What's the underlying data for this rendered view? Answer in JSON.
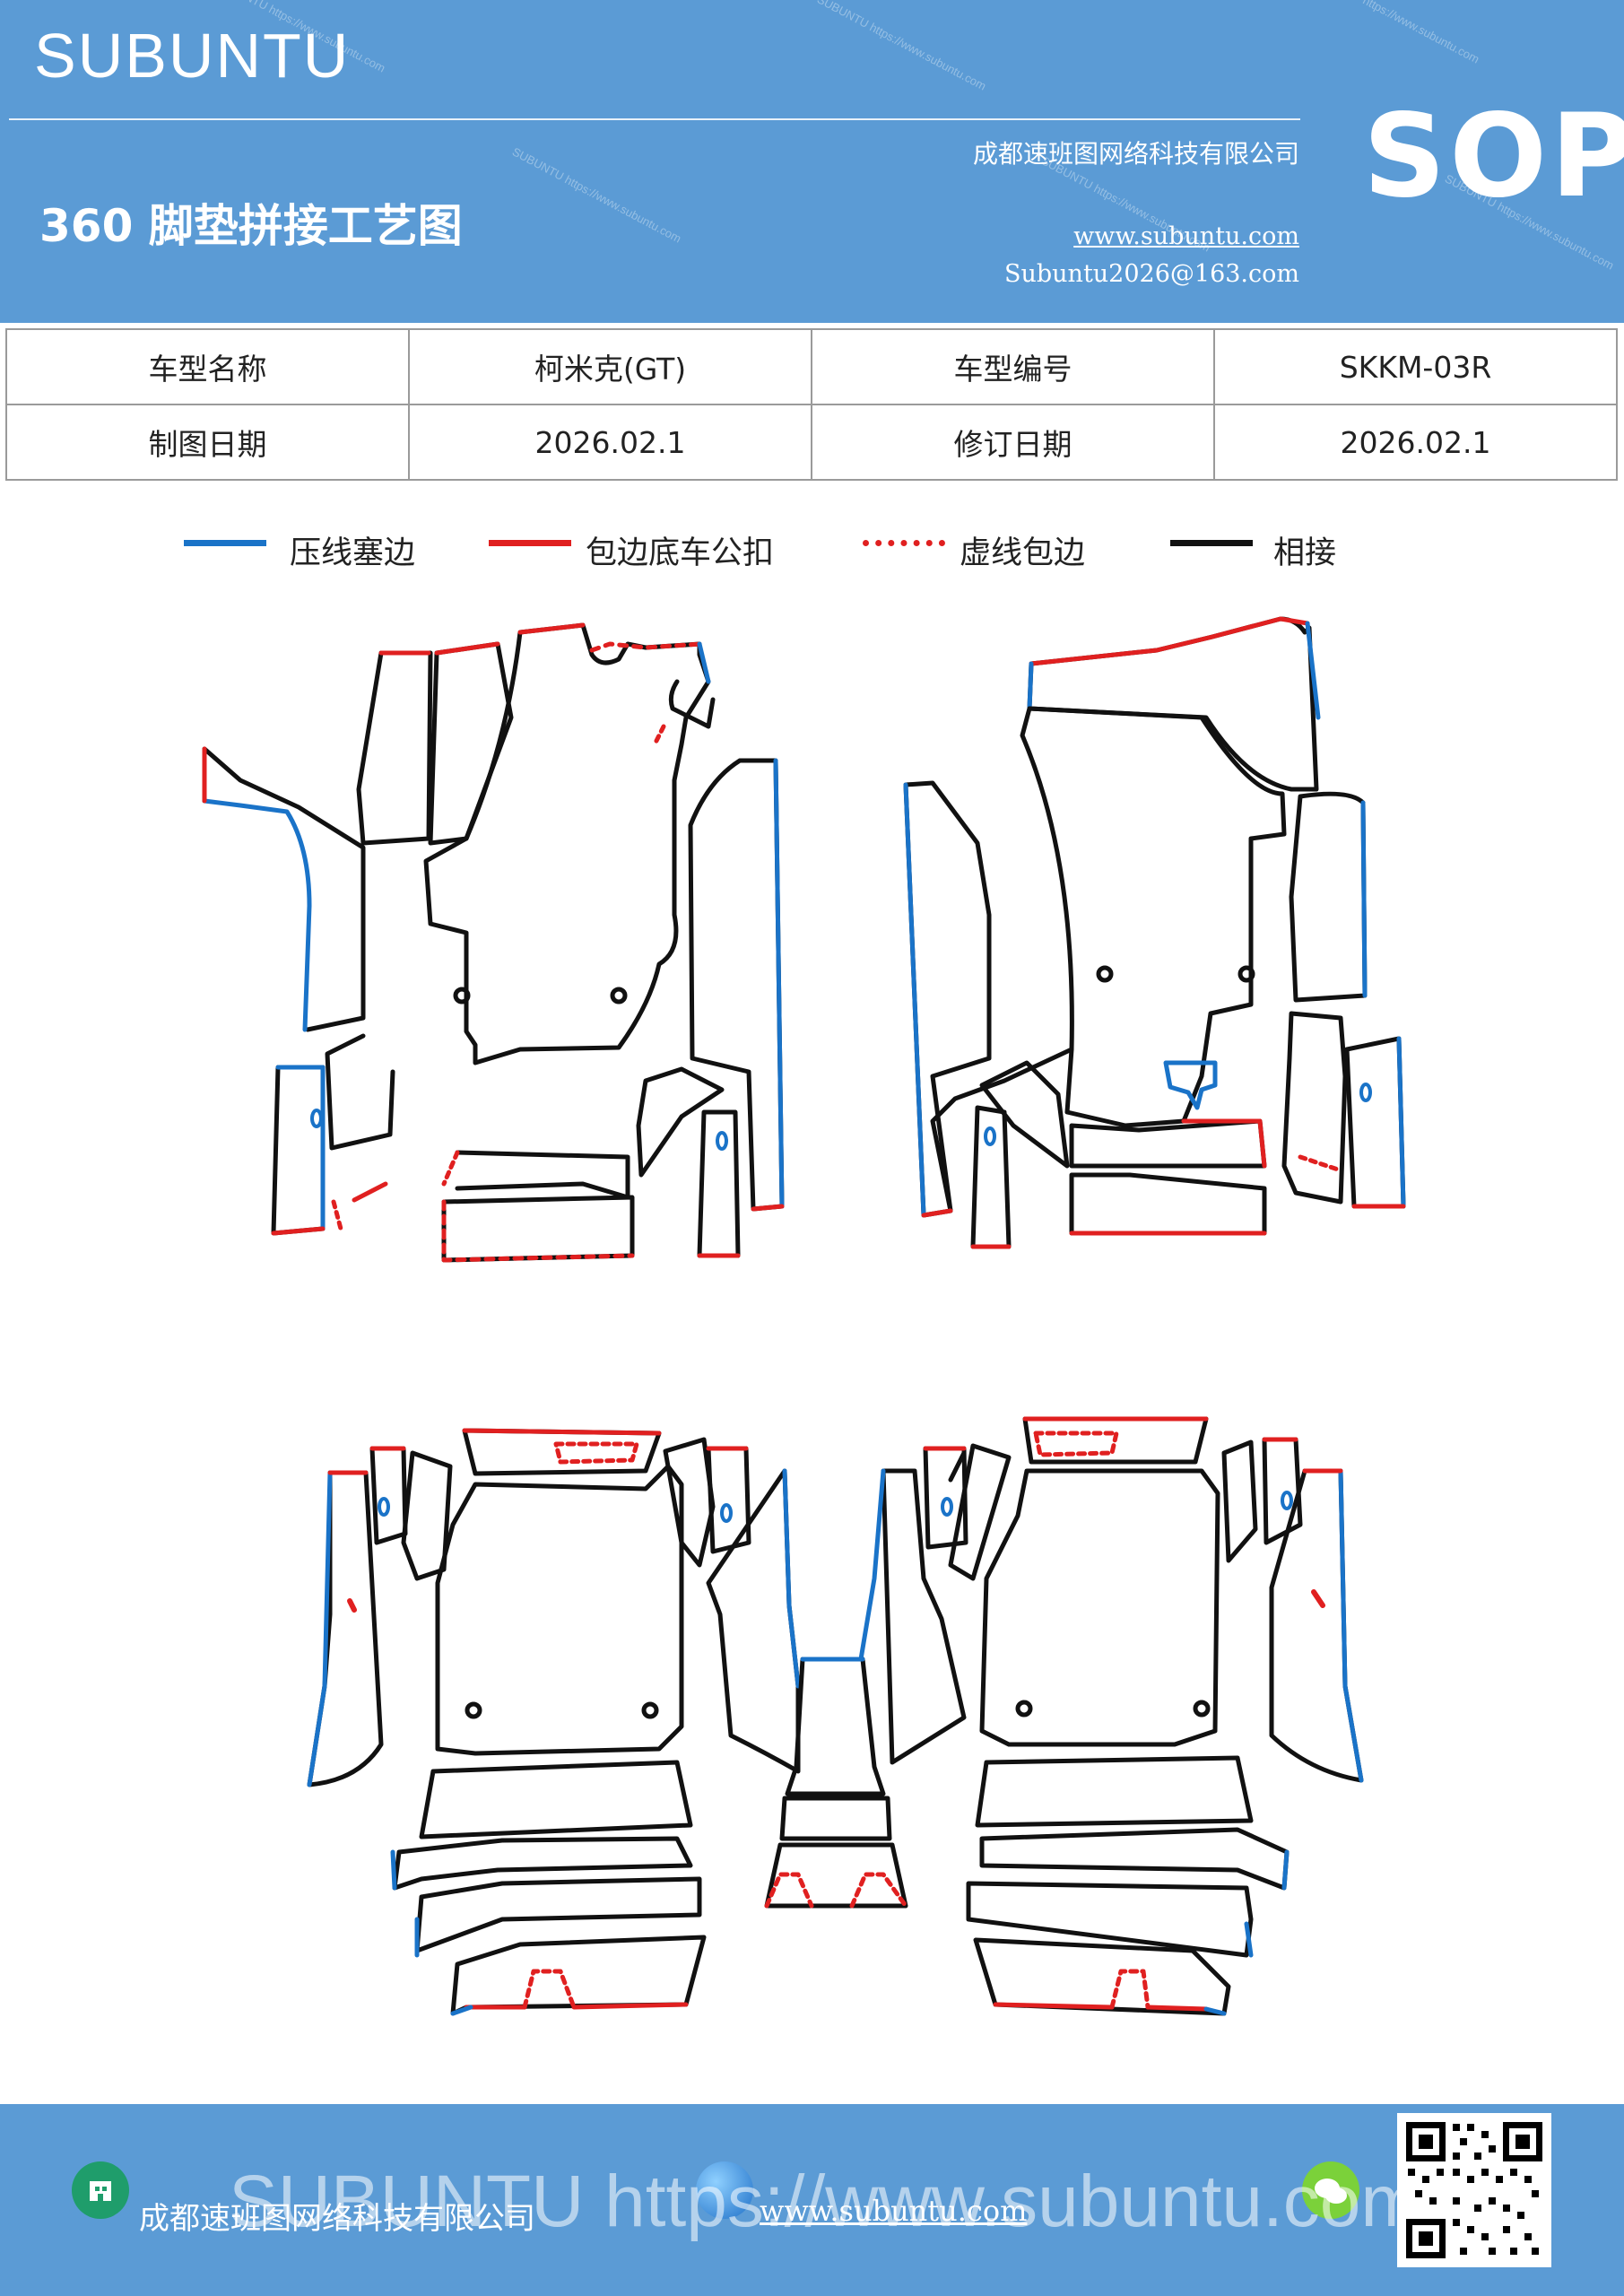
{
  "header": {
    "brand": "SUBUNTU",
    "company": "成都速班图网络科技有限公司",
    "title": "360 脚垫拼接工艺图",
    "website": "www.subuntu.com",
    "email": "Subuntu2026@163.com",
    "badge": "SOP",
    "watermark": "SUBUNTU https://www.subuntu.com"
  },
  "info_table": {
    "model_name_label": "车型名称",
    "model_name_value": "柯米克(GT)",
    "model_code_label": "车型编号",
    "model_code_value": "SKKM-03R",
    "draw_date_label": "制图日期",
    "draw_date_value": "2026.02.1",
    "revise_date_label": "修订日期",
    "revise_date_value": "2026.02.1"
  },
  "legend": [
    {
      "label": "压线塞边",
      "color": "#1a73c8",
      "style": "solid"
    },
    {
      "label": "包边底车公扣",
      "color": "#e02020",
      "style": "solid"
    },
    {
      "label": "虚线包边",
      "color": "#e02020",
      "style": "dotted"
    },
    {
      "label": "相接",
      "color": "#111111",
      "style": "solid"
    }
  ],
  "colors": {
    "header_bg": "#5b9bd5",
    "blue_edge": "#1a73c8",
    "red_edge": "#e02020",
    "outline": "#111111"
  },
  "footer": {
    "company": "成都速班图网络科技有限公司",
    "url": "www.subuntu.com",
    "overlay": "SUBUNTU https://www.subuntu.com",
    "icons": [
      "building-icon",
      "globe-icon",
      "wechat-icon"
    ]
  }
}
